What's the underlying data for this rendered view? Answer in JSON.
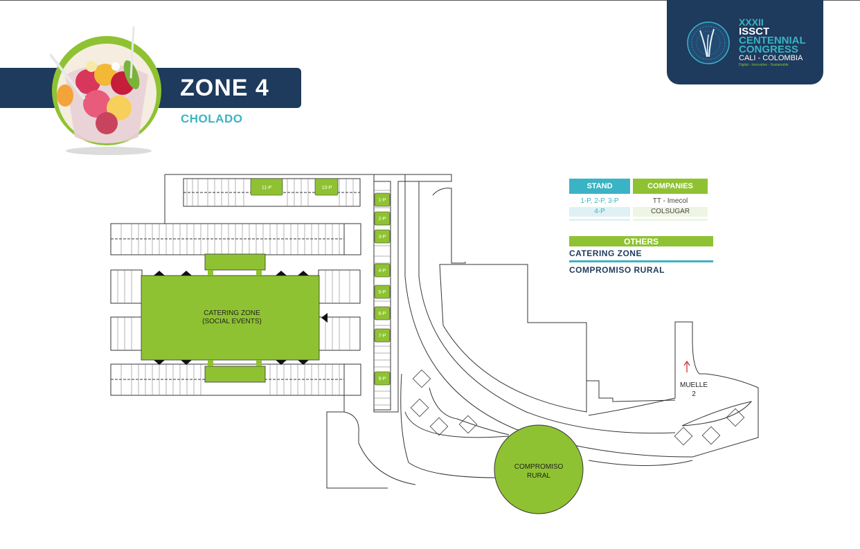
{
  "header": {
    "zone_title": "ZONE 4",
    "zone_subtitle": "CHOLADO"
  },
  "logo": {
    "line1": "XXXII",
    "line2": "ISSCT",
    "line3": "CENTENNIAL",
    "line4": "CONGRESS",
    "line5": "CALI - COLOMBIA",
    "line6": "Digital - Innovative - Sustainable"
  },
  "legend": {
    "header_stand": "STAND",
    "header_companies": "COMPANIES",
    "rows": [
      {
        "stand": "1-P, 2-P, 3-P",
        "company": "TT - Imecol"
      },
      {
        "stand": "4-P",
        "company": "COLSUGAR"
      }
    ],
    "others_header": "OTHERS",
    "others": [
      "CATERING ZONE",
      "COMPROMISO RURAL"
    ]
  },
  "map": {
    "catering_label_1": "CATERING ZONE",
    "catering_label_2": "(SOCIAL EVENTS)",
    "compromiso_1": "COMPROMISO",
    "compromiso_2": "RURAL",
    "muelle_1": "MUELLE",
    "muelle_2": "2",
    "stands": [
      "1-P",
      "2-P",
      "3-P",
      "4-P",
      "5-P",
      "6-P",
      "7-P",
      "9-P",
      "10-P",
      "11-P"
    ]
  },
  "colors": {
    "navy": "#1e3a5c",
    "green": "#8fc232",
    "teal": "#3ab4c4",
    "muelle_arrow": "#cc2222"
  }
}
